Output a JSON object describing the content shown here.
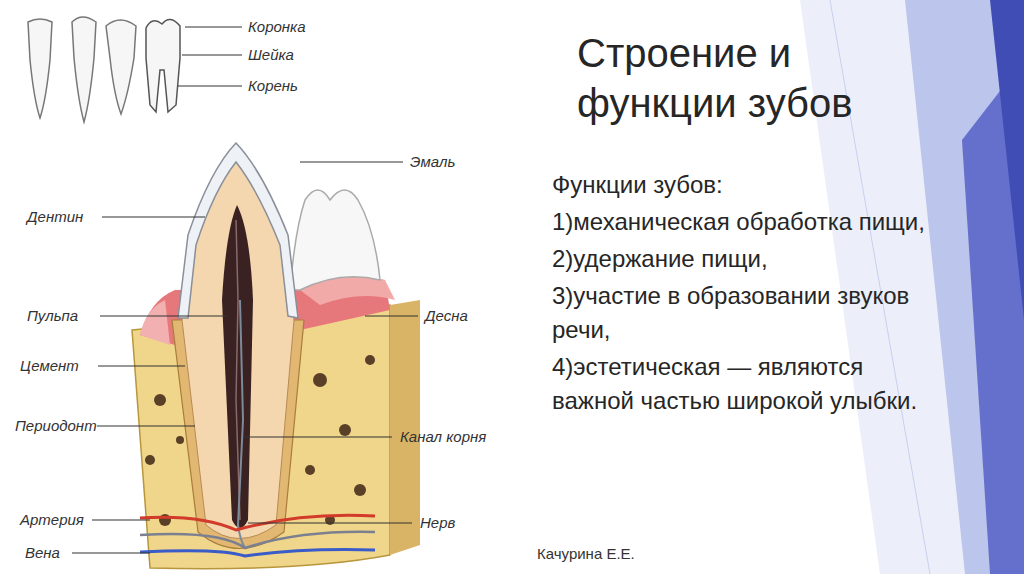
{
  "diagram": {
    "title": "Строение и функции зубов",
    "labels": [
      "Коронка",
      "Шейка",
      "Корень",
      "Эмаль",
      "Дентин",
      "Пульпа",
      "Десна",
      "Цемент",
      "Периодонт",
      "Канал корня",
      "Артерия",
      "Нерв",
      "Вена",
      "Функции зубов:",
      "1)механическая обработка пищи,",
      "2)удержание пищи,",
      "3)участие в образовании звуков речи,",
      "4)эстетическая — являются важной частью широкой улыбки.",
      "Качурина Е.Е."
    ]
  }
}
